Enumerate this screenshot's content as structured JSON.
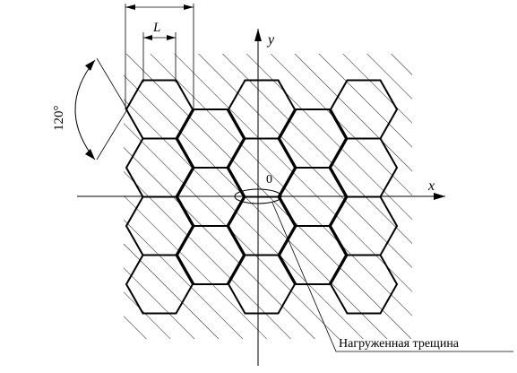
{
  "diagram": {
    "labels": {
      "cell_size": "L",
      "angle": "120°",
      "axis_y": "y",
      "axis_x": "x",
      "origin": "0",
      "crack": "Нагруженная трещина"
    },
    "grid": {
      "description_columns": 5,
      "rows_odd_columns": 3,
      "rows_even_columns": 4
    },
    "colors": {
      "line": "#000000",
      "hatch": "#000000",
      "background": "#ffffff"
    }
  }
}
